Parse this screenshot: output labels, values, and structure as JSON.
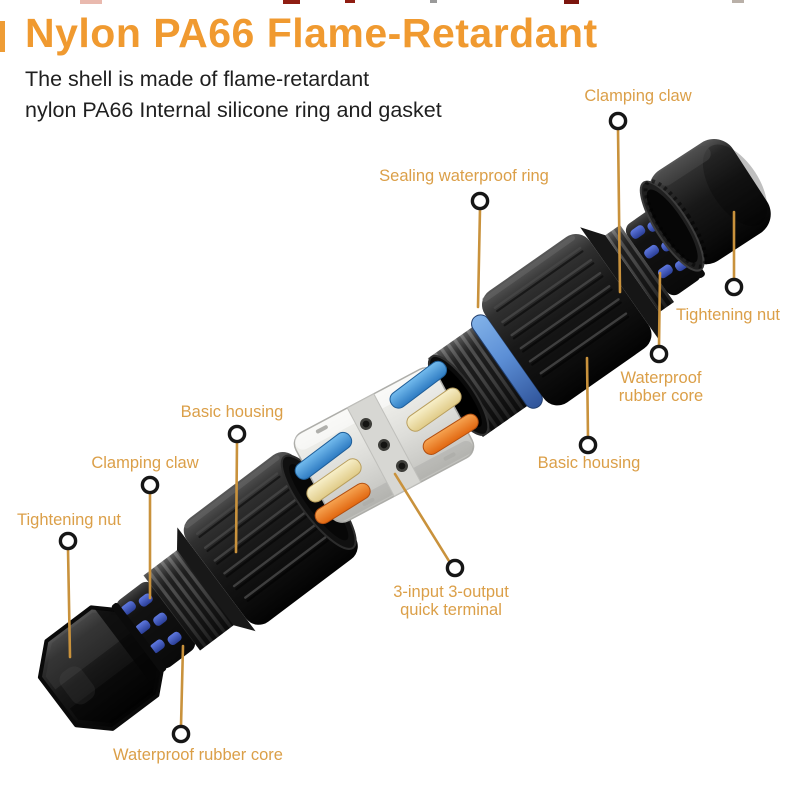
{
  "header": {
    "title": "Nylon PA66 Flame-Retardant",
    "subtitle_line1": "The shell is made of flame-retardant",
    "subtitle_line2": "nylon PA66 Internal silicone ring and gasket"
  },
  "annotations": {
    "clamping_claw_right": {
      "label": "Clamping claw"
    },
    "sealing_waterproof_ring": {
      "label": "Sealing waterproof ring"
    },
    "tightening_nut_right": {
      "label": "Tightening nut"
    },
    "waterproof_rubber_core_right": {
      "line1": "Waterproof",
      "line2": "rubber core"
    },
    "basic_housing_right": {
      "label": "Basic housing"
    },
    "basic_housing_left": {
      "label": "Basic housing"
    },
    "clamping_claw_left": {
      "label": "Clamping claw"
    },
    "tightening_nut_left": {
      "label": "Tightening nut"
    },
    "quick_terminal": {
      "line1": "3-input 3-output",
      "line2": "quick terminal"
    },
    "waterproof_rubber_core_bottom": {
      "label": "Waterproof rubber core"
    }
  },
  "colors": {
    "title_orange": "#F09A30",
    "label_orange": "#DB9F48",
    "leader_line_orange": "#C9923C",
    "marker_ring_black": "#161616",
    "sealing_ring_blue": "#5C8FD6",
    "rubber_core_blue": "#3C55B8",
    "lever_blue": "#4FA0DC",
    "lever_cream": "#F0E5B2",
    "lever_orange": "#EE8432",
    "terminal_body_gray": "#D8D8D4",
    "housing_black": "#141414",
    "background": "#FFFFFF"
  }
}
